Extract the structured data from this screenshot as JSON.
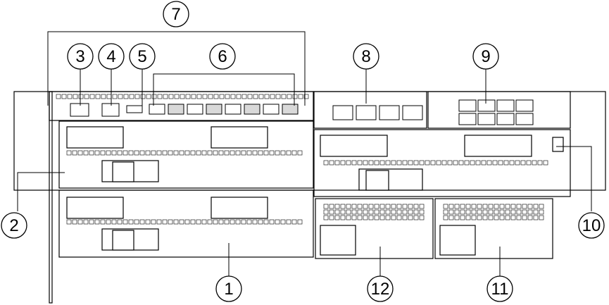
{
  "callouts": [
    {
      "id": "1",
      "label": "1"
    },
    {
      "id": "2",
      "label": "2"
    },
    {
      "id": "3",
      "label": "3"
    },
    {
      "id": "4",
      "label": "4"
    },
    {
      "id": "5",
      "label": "5"
    },
    {
      "id": "6",
      "label": "6"
    },
    {
      "id": "7",
      "label": "7"
    },
    {
      "id": "8",
      "label": "8"
    },
    {
      "id": "9",
      "label": "9"
    },
    {
      "id": "10",
      "label": "10"
    },
    {
      "id": "11",
      "label": "11"
    },
    {
      "id": "12",
      "label": "12"
    }
  ],
  "colors": {
    "line": "#000000",
    "panel": "#ffffff",
    "port_shade": "#d9d9d9",
    "vent": "#222222"
  }
}
